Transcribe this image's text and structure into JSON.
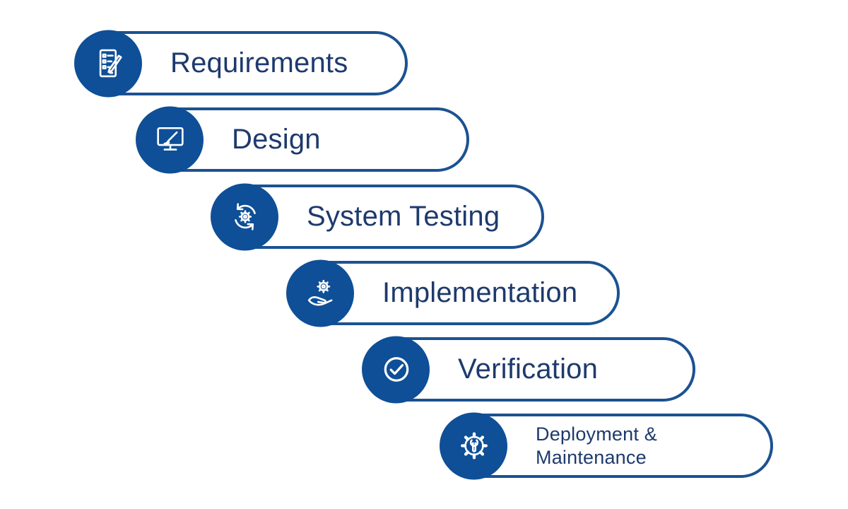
{
  "diagram": {
    "colors": {
      "circle_fill": "#0e4f97",
      "pill_border": "#1b5291",
      "label_text": "#1e3a6d",
      "background": "#ffffff"
    },
    "steps": [
      {
        "label": "Requirements",
        "lines": [
          "Requirements"
        ],
        "icon": "requirements-checklist-pencil-icon"
      },
      {
        "label": "Design",
        "lines": [
          "Design"
        ],
        "icon": "design-monitor-brush-icon"
      },
      {
        "label": "System Testing",
        "lines": [
          "System Testing"
        ],
        "icon": "system-testing-sync-gear-icon"
      },
      {
        "label": "Implementation",
        "lines": [
          "Implementation"
        ],
        "icon": "implementation-hand-gear-icon"
      },
      {
        "label": "Verification",
        "lines": [
          "Verification"
        ],
        "icon": "verification-check-circle-icon"
      },
      {
        "label": "Deployment & Maintenance",
        "lines": [
          "Deployment &",
          "Maintenance"
        ],
        "icon": "deployment-gear-wrench-icon"
      }
    ]
  }
}
